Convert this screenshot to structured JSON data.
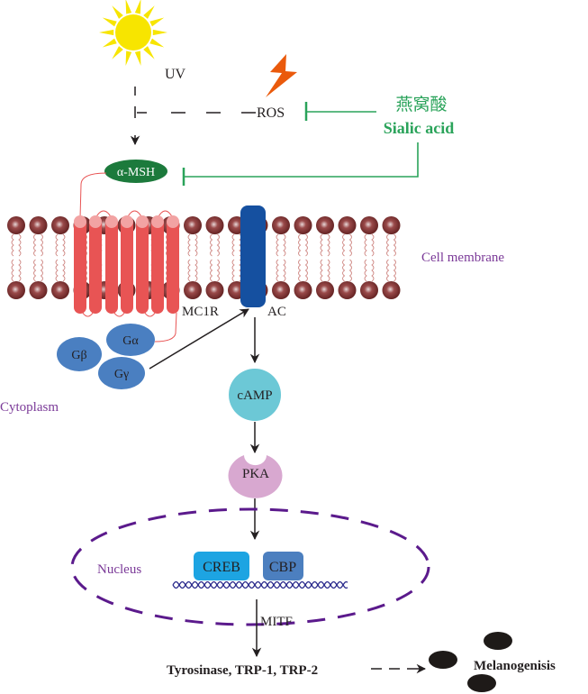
{
  "title": "Sialic acid inhibition of UV/ROS-induced melanogenesis signaling pathway",
  "labels": {
    "uv": "UV",
    "ros": "ROS",
    "inhibitor_cn": "燕窝酸",
    "inhibitor_en": "Sialic acid",
    "alpha_msh": "α-MSH",
    "cell_membrane": "Cell membrane",
    "mc1r": "MC1R",
    "ac": "AC",
    "g_alpha": "Gα",
    "g_beta": "Gβ",
    "g_gamma": "Gγ",
    "cytoplasm": "Cytoplasm",
    "camp": "cAMP",
    "pka": "PKA",
    "nucleus": "Nucleus",
    "creb": "CREB",
    "cbp": "CBP",
    "mitf": "MITF",
    "enzymes": "Tyrosinase, TRP-1, TRP-2",
    "melanogenesis": "Melanogenisis"
  },
  "edges": [
    {
      "from": "UV",
      "to": "α-MSH",
      "type": "dashed-activation"
    },
    {
      "from": "UV",
      "to": "ROS",
      "type": "dashed-link"
    },
    {
      "from": "Sialic acid",
      "to": "ROS",
      "type": "inhibition"
    },
    {
      "from": "Sialic acid",
      "to": "α-MSH",
      "type": "inhibition"
    },
    {
      "from": "α-MSH",
      "to": "MC1R",
      "type": "binding"
    },
    {
      "from": "Gγ",
      "to": "AC",
      "type": "activation"
    },
    {
      "from": "AC",
      "to": "cAMP",
      "type": "activation"
    },
    {
      "from": "cAMP",
      "to": "PKA",
      "type": "activation"
    },
    {
      "from": "PKA",
      "to": "CREB",
      "type": "activation"
    },
    {
      "from": "CREB",
      "to": "Tyrosinase, TRP-1, TRP-2",
      "type": "activation",
      "label": "MITF"
    },
    {
      "from": "Tyrosinase, TRP-1, TRP-2",
      "to": "Melanogenisis",
      "type": "dashed-activation"
    }
  ],
  "colors": {
    "sun": "#f7e500",
    "lightning": "#ea5a0c",
    "inhibitor": "#2aa35a",
    "alpha_msh": "#1c7a3c",
    "mc1r": "#e85454",
    "mc1r_cap": "#f2a3a3",
    "ac": "#1550a0",
    "g_protein": "#4a7fc1",
    "lipid_head": "#7a2a2a",
    "lipid_tail": "#d08a86",
    "camp": "#6cc8d6",
    "pka": "#d8a8d0",
    "nucleus": "#5b1a8c",
    "creb": "#1da4e2",
    "cbp": "#4c7fbf",
    "dna": "#2a2a8c",
    "region_label": "#7b3a98",
    "melanin": "#1e1a18",
    "text": "#231f20"
  }
}
